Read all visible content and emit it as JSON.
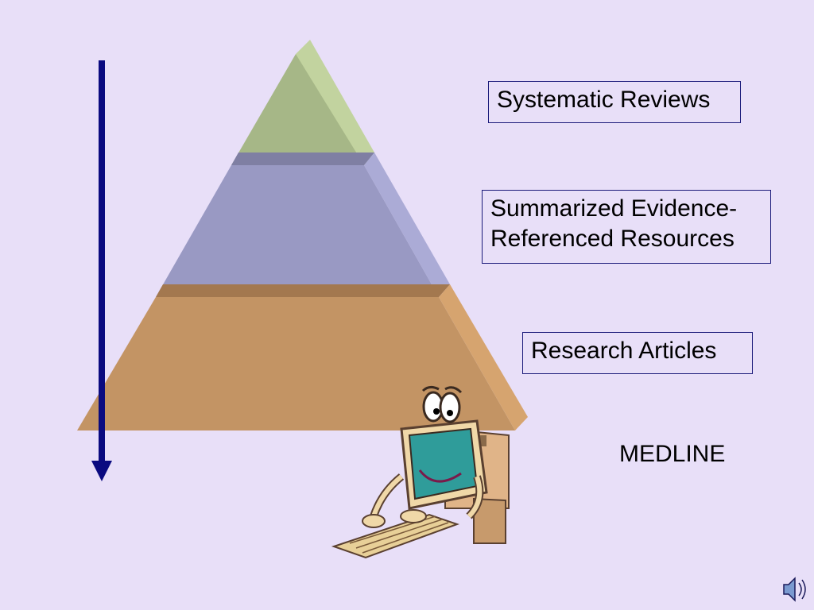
{
  "pyramid_labels": {
    "top": "Systematic Reviews",
    "middle_line1": "Summarized Evidence-",
    "middle_line2": "Referenced Resources",
    "bottom": "Research Articles"
  },
  "below_label": "MEDLINE",
  "colors": {
    "background": "#e8dff8",
    "tier_top": "#a9bb8a",
    "tier_middle": "#9a9ac4",
    "tier_bottom": "#c39464",
    "arrow": "#0a0a80",
    "box_border": "#1a1a7a"
  },
  "icons": {
    "arrow": "down-arrow-icon",
    "mascot": "computer-mascot-illustration",
    "sound": "speaker-icon"
  }
}
